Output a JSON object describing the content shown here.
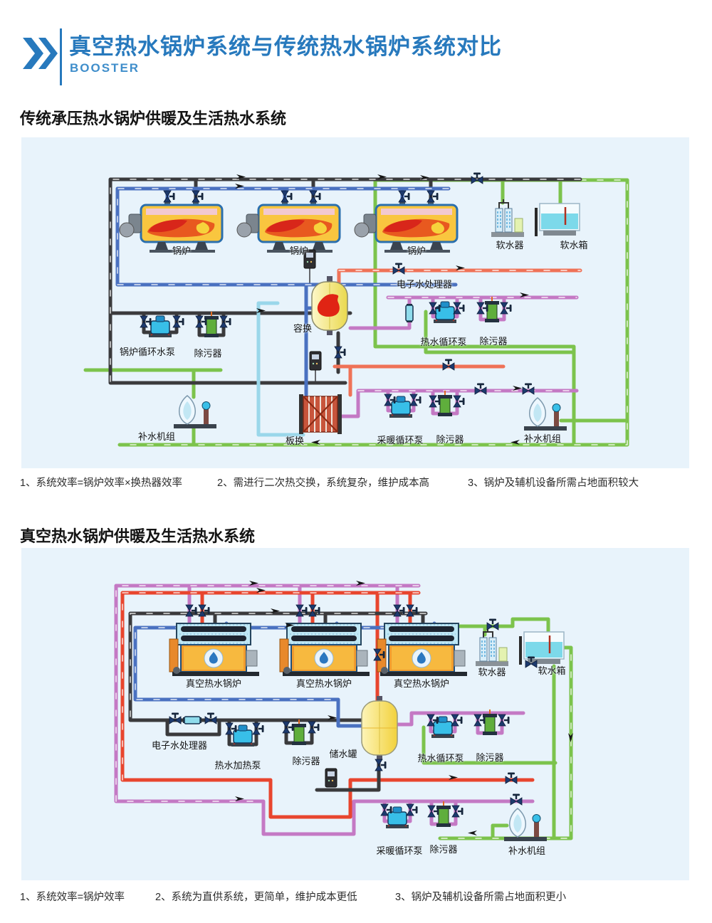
{
  "header": {
    "title": "真空热水锅炉系统与传统热水锅炉系统对比",
    "brand": "BOOSTER",
    "accent_color": "#2779bd"
  },
  "colors": {
    "panel_bg": "#e8f3fb",
    "pipe_black": "#3a3a3c",
    "pipe_blue": "#4a71c0",
    "pipe_red": "#ef7257",
    "pipe_bright_red": "#e8452e",
    "pipe_green": "#7cc34c",
    "pipe_pink": "#c479c4",
    "pipe_cyan": "#9ad7ea"
  },
  "section1": {
    "title": "传统承压热水锅炉供暖及生活热水系统",
    "labels": {
      "boiler_1": "锅炉",
      "boiler_2": "锅炉",
      "boiler_3": "锅炉",
      "softener": "软水器",
      "soft_tank": "软水箱",
      "e_processor": "电子水处理器",
      "volume_hx": "容换",
      "boiler_pump": "锅炉循环水泵",
      "dirt_1": "除污器",
      "hw_pump": "热水循环泵",
      "dirt_2": "除污器",
      "plate_hx": "板换",
      "heat_pump": "采暖循环泵",
      "dirt_3": "除污器",
      "makeup_1": "补水机组",
      "makeup_2": "补水机组"
    },
    "notes": [
      "1、系统效率=锅炉效率×换热器效率",
      "2、需进行二次热交换，系统复杂，维护成本高",
      "3、锅炉及辅机设备所需占地面积较大"
    ]
  },
  "section2": {
    "title": "真空热水锅炉供暖及生活热水系统",
    "labels": {
      "boiler_1": "真空热水锅炉",
      "boiler_2": "真空热水锅炉",
      "boiler_3": "真空热水锅炉",
      "softener": "软水器",
      "soft_tank": "软水箱",
      "e_processor": "电子水处理器",
      "hw_heating_pump": "热水加热泵",
      "dirt_1": "除污器",
      "storage_tank": "储水罐",
      "hw_pump": "热水循环泵",
      "dirt_2": "除污器",
      "heat_pump": "采暖循环泵",
      "dirt_3": "除污器",
      "makeup": "补水机组"
    },
    "notes": [
      "1、系统效率=锅炉效率",
      "2、系统为直供系统，更简单，维护成本更低",
      "3、锅炉及辅机设备所需占地面积更小"
    ]
  }
}
